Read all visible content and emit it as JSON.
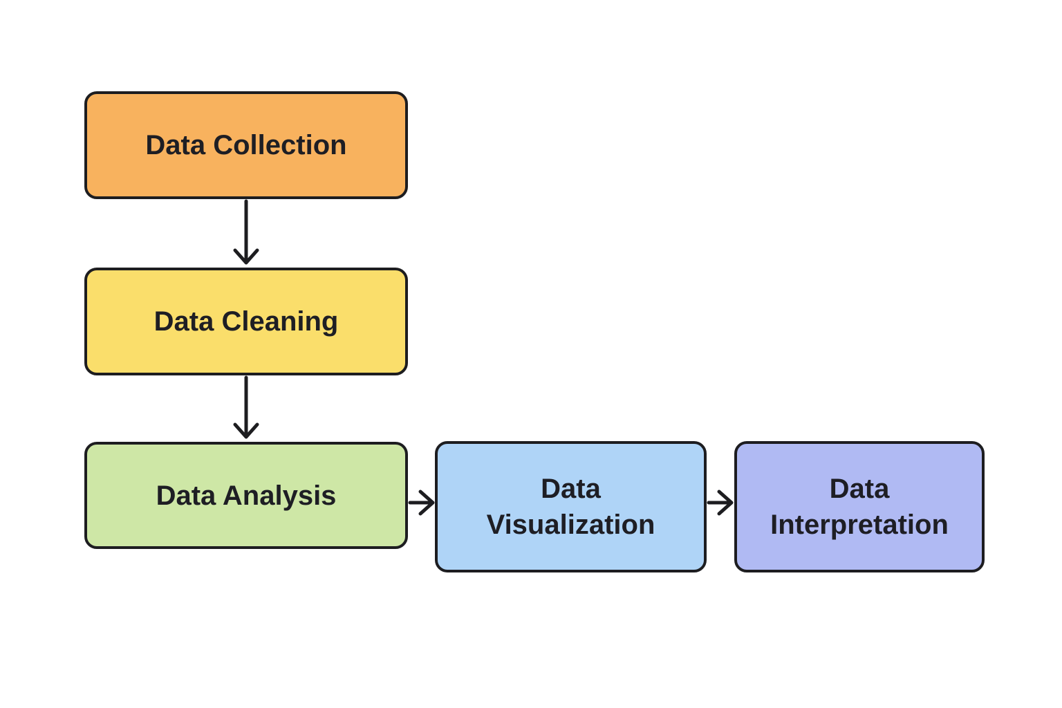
{
  "diagram": {
    "type": "flowchart",
    "background": "#ffffff",
    "node_border_color": "#1d1d20",
    "edge_color": "#1d1d20",
    "text_color": "#1e1e24",
    "nodes": [
      {
        "id": "collection",
        "label": "Data Collection",
        "fill": "#f8b25e"
      },
      {
        "id": "cleaning",
        "label": "Data Cleaning",
        "fill": "#fade6b"
      },
      {
        "id": "analysis",
        "label": "Data Analysis",
        "fill": "#cee7a6"
      },
      {
        "id": "visualization",
        "label": "Data Visualization",
        "fill": "#afd4f7"
      },
      {
        "id": "interpretation",
        "label": "Data Interpretation",
        "fill": "#b0baf3"
      }
    ],
    "edges": [
      {
        "from": "collection",
        "to": "cleaning",
        "direction": "down"
      },
      {
        "from": "cleaning",
        "to": "analysis",
        "direction": "down"
      },
      {
        "from": "analysis",
        "to": "visualization",
        "direction": "right"
      },
      {
        "from": "visualization",
        "to": "interpretation",
        "direction": "right"
      }
    ]
  }
}
